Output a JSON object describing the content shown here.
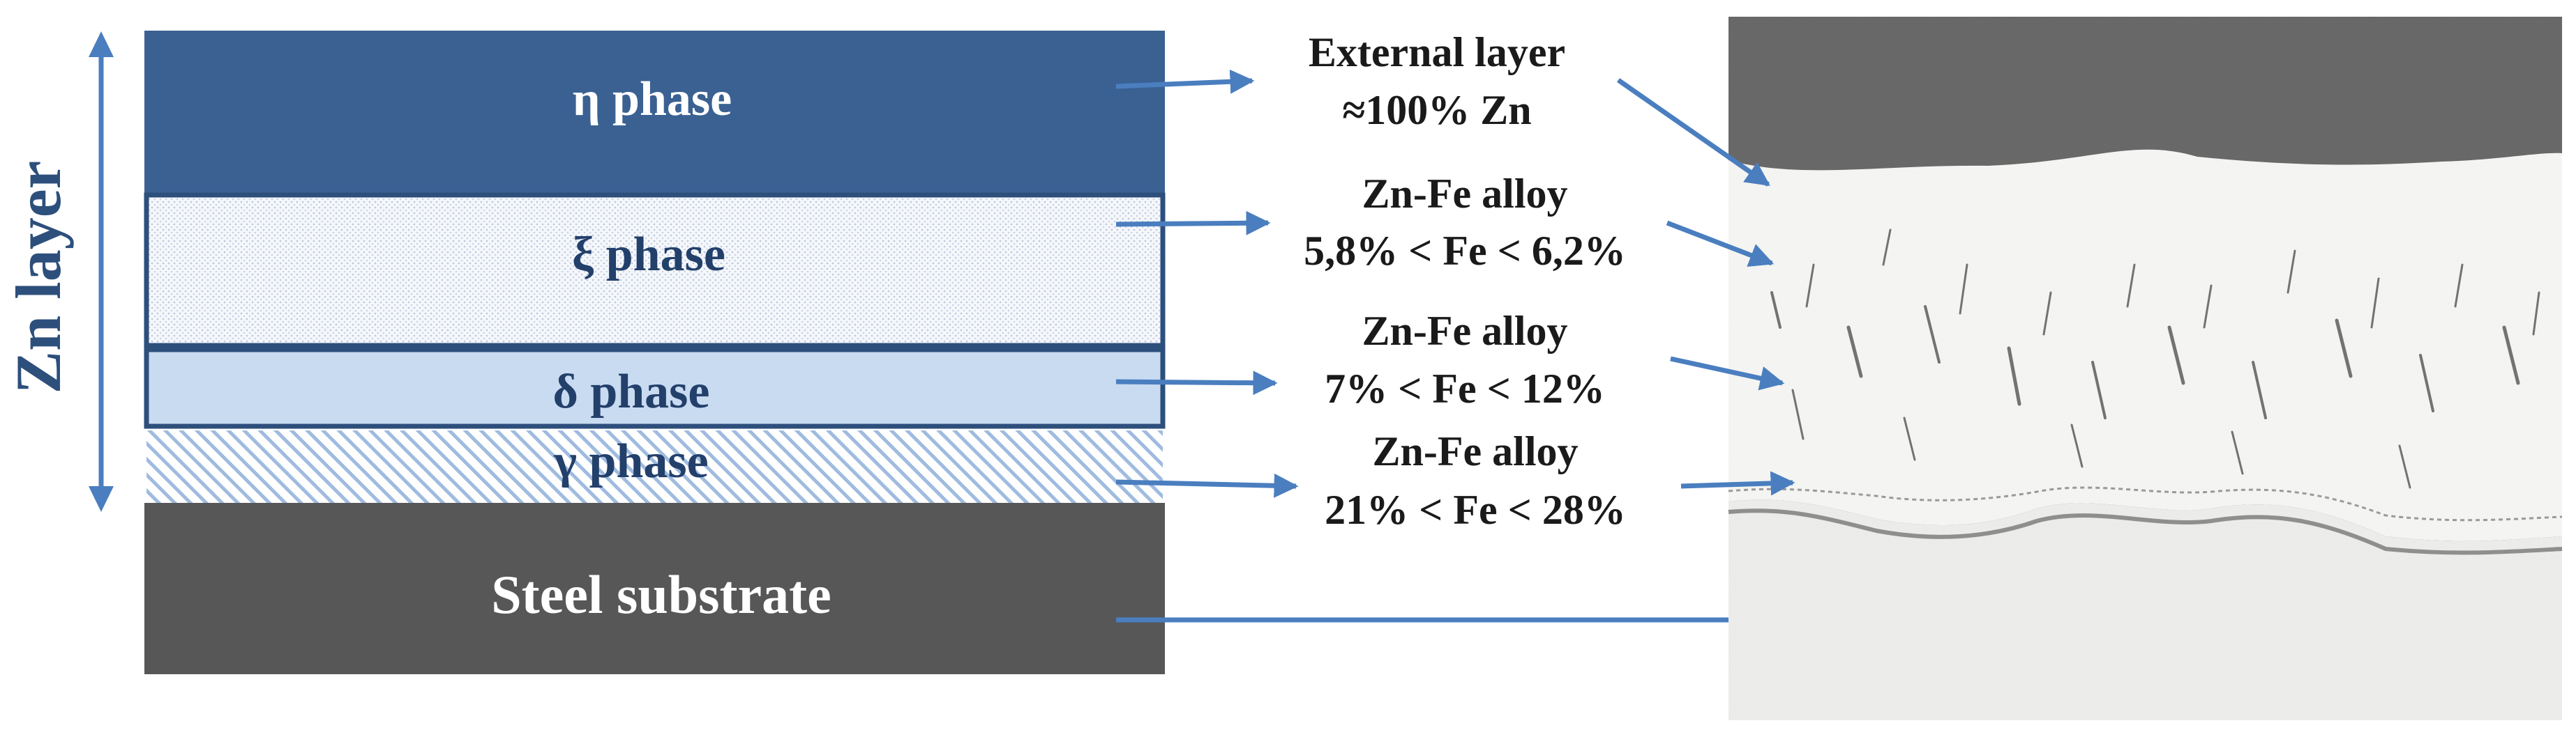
{
  "axis": {
    "label": "Zn layer"
  },
  "layers": [
    {
      "id": "eta",
      "label": "η phase",
      "fill": "#3a6192",
      "text_color": "#ffffff",
      "pattern": "solid"
    },
    {
      "id": "xi",
      "label": "ξ phase",
      "fill": "#f4f6fb",
      "text_color": "#23406b",
      "pattern": "dots"
    },
    {
      "id": "delta",
      "label": "δ phase",
      "fill": "#c8dbf1",
      "text_color": "#23406b",
      "pattern": "solid"
    },
    {
      "id": "gamma",
      "label": "γ phase",
      "fill": "#ffffff",
      "text_color": "#23406b",
      "pattern": "hatch"
    },
    {
      "id": "steel",
      "label": "Steel substrate",
      "fill": "#575757",
      "text_color": "#ffffff",
      "pattern": "solid"
    }
  ],
  "annotations": [
    {
      "target": "eta",
      "line1": "External layer",
      "line2": "≈100% Zn"
    },
    {
      "target": "xi",
      "line1": "Zn-Fe alloy",
      "line2": "5,8% < Fe < 6,2%"
    },
    {
      "target": "delta",
      "line1": "Zn-Fe alloy",
      "line2": "7% < Fe < 12%"
    },
    {
      "target": "gamma",
      "line1": "Zn-Fe alloy",
      "line2": "21% < Fe < 28%"
    }
  ],
  "colors": {
    "arrow": "#4a7ebf",
    "border": "#2d4f7c",
    "micro_background": "#1a1a1a",
    "coating": "#f2f2ef",
    "substrate": "#e6e6e3"
  }
}
